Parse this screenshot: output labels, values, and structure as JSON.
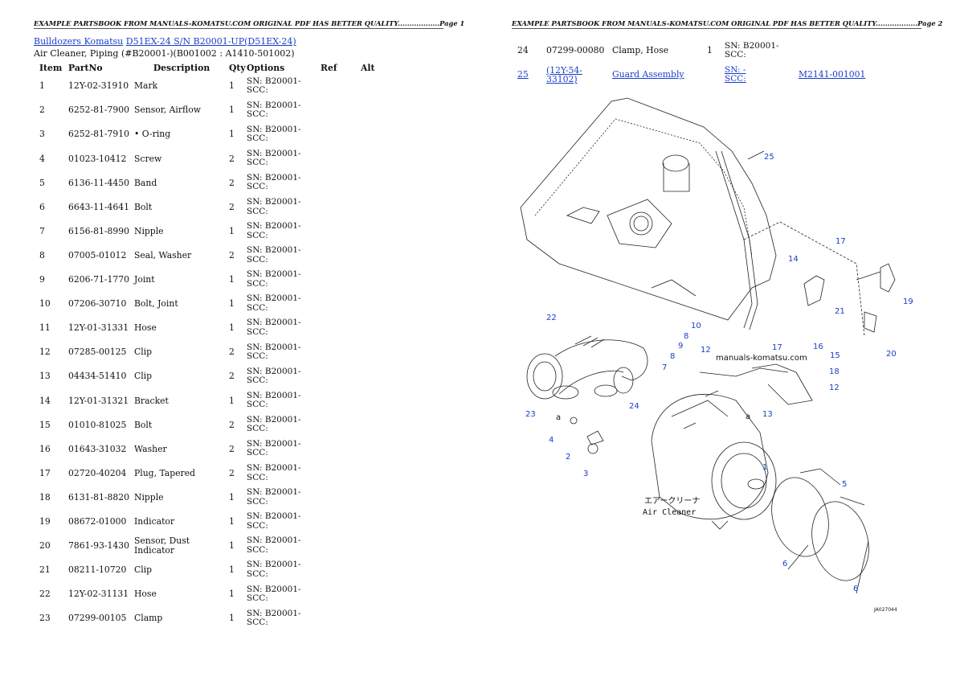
{
  "page_left": {
    "banner": "EXAMPLE PARTSBOOK FROM MANUALS-KOMATSU.COM ORIGINAL PDF HAS BETTER QUALITY..................Page 1",
    "breadcrumb": {
      "link1": "Bulldozers Komatsu",
      "link2": "D51EX-24 S/N B20001-UP(D51EX-24)"
    },
    "subtitle": "Air Cleaner, Piping (#B20001-)(B001002 : A1410-501002)",
    "headers": [
      "Item",
      "PartNo",
      "Description",
      "Qty",
      "Options",
      "Ref",
      "Alt"
    ],
    "rows": [
      {
        "item": "1",
        "partno": "12Y-02-31910",
        "desc": "Mark",
        "qty": "1",
        "opt": "SN: B20001-\nSCC:"
      },
      {
        "item": "2",
        "partno": "6252-81-7900",
        "desc": "Sensor, Airflow",
        "qty": "1",
        "opt": "SN: B20001-\nSCC:"
      },
      {
        "item": "3",
        "partno": "6252-81-7910",
        "desc": "• O-ring",
        "qty": "1",
        "opt": "SN: B20001-\nSCC:"
      },
      {
        "item": "4",
        "partno": "01023-10412",
        "desc": "Screw",
        "qty": "2",
        "opt": "SN: B20001-\nSCC:"
      },
      {
        "item": "5",
        "partno": "6136-11-4450",
        "desc": "Band",
        "qty": "2",
        "opt": "SN: B20001-\nSCC:"
      },
      {
        "item": "6",
        "partno": "6643-11-4641",
        "desc": "Bolt",
        "qty": "2",
        "opt": "SN: B20001-\nSCC:"
      },
      {
        "item": "7",
        "partno": "6156-81-8990",
        "desc": "Nipple",
        "qty": "1",
        "opt": "SN: B20001-\nSCC:"
      },
      {
        "item": "8",
        "partno": "07005-01012",
        "desc": "Seal, Washer",
        "qty": "2",
        "opt": "SN: B20001-\nSCC:"
      },
      {
        "item": "9",
        "partno": "6206-71-1770",
        "desc": "Joint",
        "qty": "1",
        "opt": "SN: B20001-\nSCC:"
      },
      {
        "item": "10",
        "partno": "07206-30710",
        "desc": "Bolt, Joint",
        "qty": "1",
        "opt": "SN: B20001-\nSCC:"
      },
      {
        "item": "11",
        "partno": "12Y-01-31331",
        "desc": "Hose",
        "qty": "1",
        "opt": "SN: B20001-\nSCC:"
      },
      {
        "item": "12",
        "partno": "07285-00125",
        "desc": "Clip",
        "qty": "2",
        "opt": "SN: B20001-\nSCC:"
      },
      {
        "item": "13",
        "partno": "04434-51410",
        "desc": "Clip",
        "qty": "2",
        "opt": "SN: B20001-\nSCC:"
      },
      {
        "item": "14",
        "partno": "12Y-01-31321",
        "desc": "Bracket",
        "qty": "1",
        "opt": "SN: B20001-\nSCC:"
      },
      {
        "item": "15",
        "partno": "01010-81025",
        "desc": "Bolt",
        "qty": "2",
        "opt": "SN: B20001-\nSCC:"
      },
      {
        "item": "16",
        "partno": "01643-31032",
        "desc": "Washer",
        "qty": "2",
        "opt": "SN: B20001-\nSCC:"
      },
      {
        "item": "17",
        "partno": "02720-40204",
        "desc": "Plug, Tapered",
        "qty": "2",
        "opt": "SN: B20001-\nSCC:"
      },
      {
        "item": "18",
        "partno": "6131-81-8820",
        "desc": "Nipple",
        "qty": "1",
        "opt": "SN: B20001-\nSCC:"
      },
      {
        "item": "19",
        "partno": "08672-01000",
        "desc": "Indicator",
        "qty": "1",
        "opt": "SN: B20001-\nSCC:"
      },
      {
        "item": "20",
        "partno": "7861-93-1430",
        "desc": "Sensor, Dust Indicator",
        "qty": "1",
        "opt": "SN: B20001-\nSCC:"
      },
      {
        "item": "21",
        "partno": "08211-10720",
        "desc": "Clip",
        "qty": "1",
        "opt": "SN: B20001-\nSCC:"
      },
      {
        "item": "22",
        "partno": "12Y-02-31131",
        "desc": "Hose",
        "qty": "1",
        "opt": "SN: B20001-\nSCC:"
      },
      {
        "item": "23",
        "partno": "07299-00105",
        "desc": "Clamp",
        "qty": "1",
        "opt": "SN: B20001-\nSCC:"
      }
    ]
  },
  "page_right": {
    "banner": "EXAMPLE PARTSBOOK FROM MANUALS-KOMATSU.COM ORIGINAL PDF HAS BETTER QUALITY..................Page 2",
    "rows": [
      {
        "item": "24",
        "partno": "07299-00080",
        "desc": "Clamp, Hose",
        "qty": "1",
        "opt": "SN: B20001-\nSCC:",
        "ref": "",
        "linked": false
      },
      {
        "item": "25",
        "partno": "(12Y-54-33102)",
        "desc": "Guard Assembly",
        "qty": "",
        "opt": "SN: -\nSCC:",
        "ref": "M2141-001001",
        "linked": true
      }
    ],
    "diagram": {
      "watermark": "manuals-komatsu.com",
      "jp_label": "エアークリーナ",
      "en_label": "Air Cleaner",
      "figure_code": "JA027044",
      "view_marker": "a",
      "callouts": [
        "1",
        "2",
        "3",
        "4",
        "5",
        "6",
        "6",
        "7",
        "8",
        "8",
        "9",
        "10",
        "12",
        "12",
        "13",
        "14",
        "15",
        "16",
        "17",
        "17",
        "18",
        "19",
        "20",
        "21",
        "22",
        "23",
        "24",
        "25"
      ]
    }
  },
  "colors": {
    "link": "#1a3ec8",
    "text": "#111111"
  }
}
